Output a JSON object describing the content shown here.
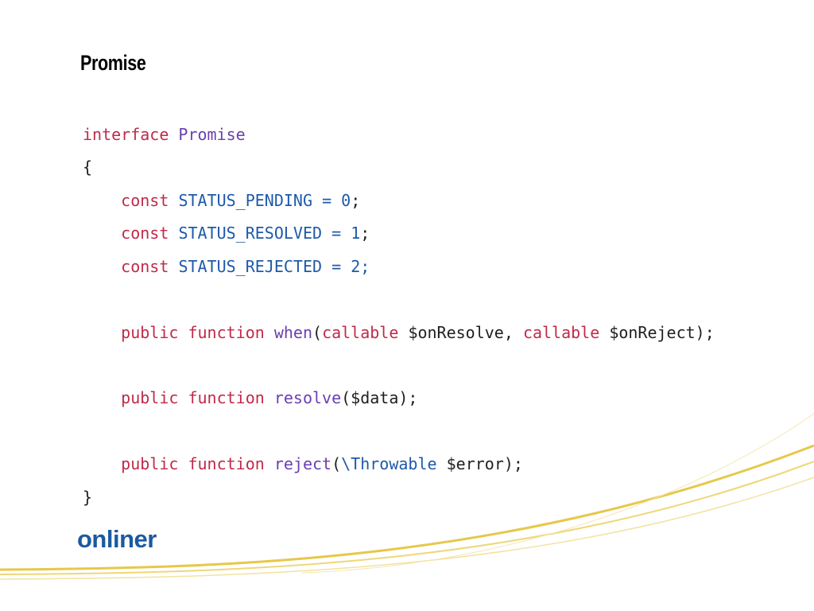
{
  "slide": {
    "title": "Promise",
    "logo_text": "onliner"
  },
  "code": {
    "l1_kw": "interface",
    "l1_name": "Promise",
    "l2": "{",
    "l3_kw": "const",
    "l3_name": "STATUS_PENDING",
    "l3_eq": "=",
    "l3_val": "0",
    "l3_end": ";",
    "l4_kw": "const",
    "l4_name": "STATUS_RESOLVED",
    "l4_eq": "=",
    "l4_val": "1",
    "l4_end": ";",
    "l5_kw": "const",
    "l5_name": "STATUS_REJECTED",
    "l5_eq": "=",
    "l5_val": "2",
    "l5_end": ";",
    "l6_kw1": "public",
    "l6_kw2": "function",
    "l6_fn": "when",
    "l6_p1": "(",
    "l6_t1": "callable",
    "l6_a1": "$onResolve,",
    "l6_t2": "callable",
    "l6_a2": "$onReject);",
    "l7_kw1": "public",
    "l7_kw2": "function",
    "l7_fn": "resolve",
    "l7_args": "($data);",
    "l8_kw1": "public",
    "l8_kw2": "function",
    "l8_fn": "reject",
    "l8_p1": "(",
    "l8_type": "\\Throwable",
    "l8_args": "$error);",
    "l9": "}"
  },
  "colors": {
    "keyword": "#c02a4a",
    "type_name": "#6a3fb0",
    "constant": "#1e5aa8",
    "logo": "#1b5aa0",
    "swoosh": "#e6c84a"
  }
}
